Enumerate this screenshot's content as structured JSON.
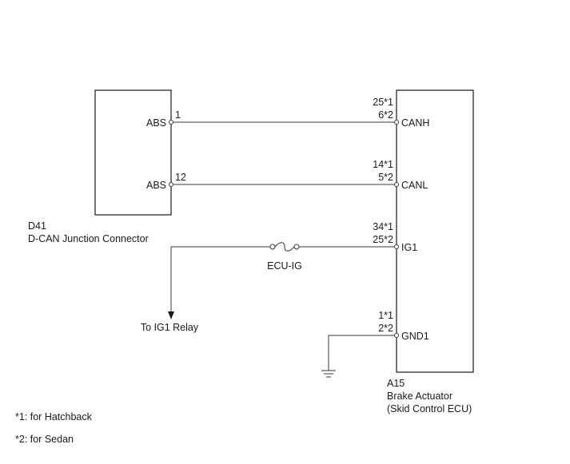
{
  "left_component": {
    "code": "D41",
    "name": "D-CAN Junction Connector",
    "pins": [
      {
        "label": "ABS",
        "number": "1"
      },
      {
        "label": "ABS",
        "number": "12"
      }
    ]
  },
  "right_component": {
    "code": "A15",
    "name_line1": "Brake Actuator",
    "name_line2": "(Skid Control ECU)",
    "pins": [
      {
        "label": "CANH",
        "num1": "25*1",
        "num2": "6*2"
      },
      {
        "label": "CANL",
        "num1": "14*1",
        "num2": "5*2"
      },
      {
        "label": "IG1",
        "num1": "34*1",
        "num2": "25*2"
      },
      {
        "label": "GND1",
        "num1": "1*1",
        "num2": "2*2"
      }
    ]
  },
  "fuse": {
    "label": "ECU-IG"
  },
  "relay": {
    "label": "To IG1 Relay"
  },
  "notes": [
    "*1: for Hatchback",
    "*2: for Sedan"
  ]
}
